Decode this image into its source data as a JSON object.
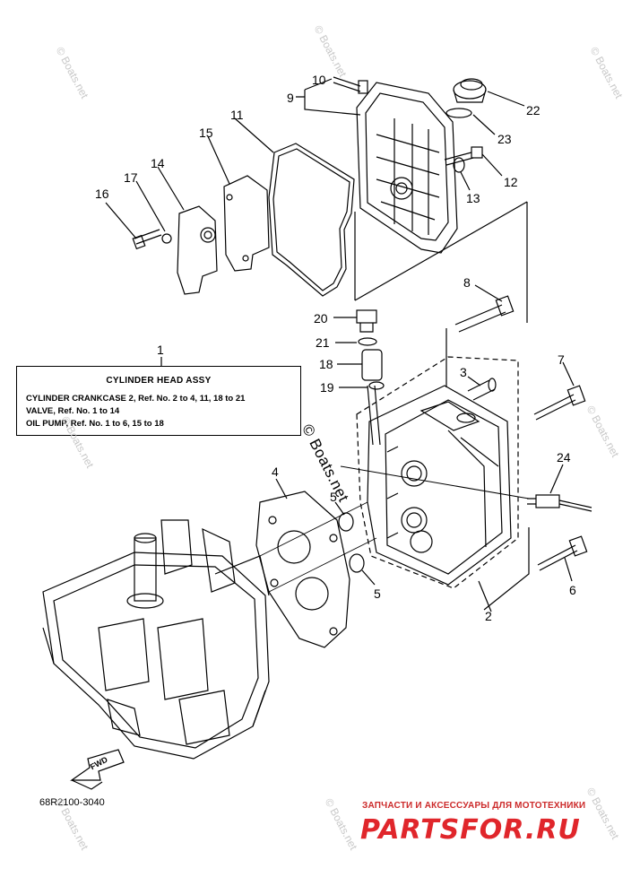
{
  "callouts": {
    "c1": "1",
    "c2": "2",
    "c3": "3",
    "c4": "4",
    "c5a": "5",
    "c5b": "5",
    "c6": "6",
    "c7": "7",
    "c8": "8",
    "c9": "9",
    "c10": "10",
    "c11": "11",
    "c12": "12",
    "c13": "13",
    "c14": "14",
    "c15": "15",
    "c16": "16",
    "c17": "17",
    "c18": "18",
    "c19": "19",
    "c20": "20",
    "c21": "21",
    "c22": "22",
    "c23": "23",
    "c24": "24"
  },
  "info_box": {
    "title": "CYLINDER HEAD ASSY",
    "lines": [
      "CYLINDER CRANKCASE 2, Ref. No. 2 to 4, 11, 18 to 21",
      "VALVE, Ref. No. 1 to 14",
      "OIL PUMP, Ref. No. 1 to 6, 15 to 18"
    ]
  },
  "fwd_label": "FWD",
  "part_code": "68R2100-3040",
  "watermarks": {
    "small": "© Boats.net",
    "large": "© Boats.net"
  },
  "brand": {
    "tagline": "ЗАПЧАСТИ И АКСЕССУАРЫ ДЛЯ МОТОТЕХНИКИ",
    "logo": "PARTSFOR.RU"
  },
  "colors": {
    "line": "#000000",
    "watermark": "#c8c8c8",
    "brand_red": "#e0262b"
  }
}
